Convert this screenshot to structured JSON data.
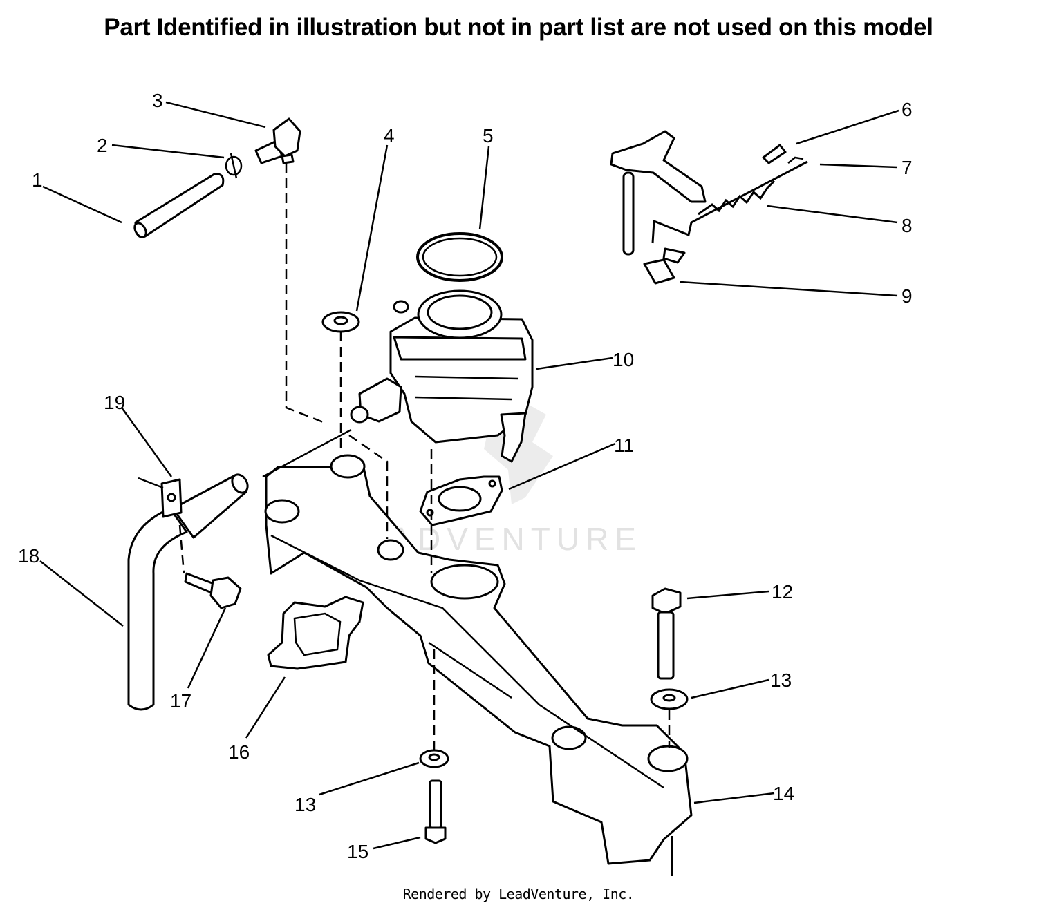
{
  "header": {
    "title": "Part Identified in illustration but not in part list are not used on this model"
  },
  "footer": {
    "credit": "Rendered by LeadVenture, Inc."
  },
  "watermark": {
    "text": "LEADVENTURE",
    "color": "#e2e2e2"
  },
  "callouts": [
    {
      "label": "1"
    },
    {
      "label": "2"
    },
    {
      "label": "3"
    },
    {
      "label": "4"
    },
    {
      "label": "5"
    },
    {
      "label": "6"
    },
    {
      "label": "7"
    },
    {
      "label": "8"
    },
    {
      "label": "9"
    },
    {
      "label": "10"
    },
    {
      "label": "11"
    },
    {
      "label": "12"
    },
    {
      "label": "13"
    },
    {
      "label": "13"
    },
    {
      "label": "14"
    },
    {
      "label": "15"
    },
    {
      "label": "16"
    },
    {
      "label": "17"
    },
    {
      "label": "18"
    },
    {
      "label": "19"
    }
  ]
}
